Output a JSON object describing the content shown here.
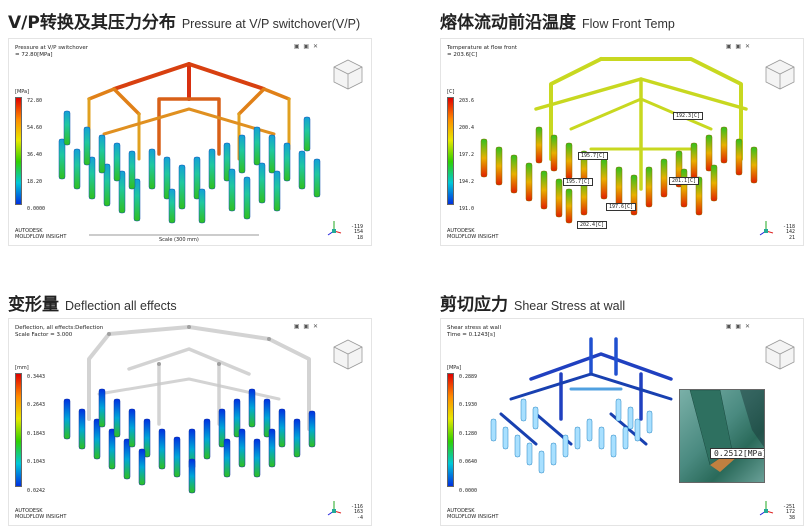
{
  "panels": [
    {
      "title_cn": "V/P转换及其压力分布",
      "title_en": "Pressure at V/P switchover(V/P)",
      "info_line1": "Pressure at V/P switchover",
      "info_line2": "= 72.80[MPa]",
      "window_controls": "▣ ▣ ✕",
      "legend_unit": "[MPa]",
      "legend_ticks": [
        "72.80",
        "54.60",
        "36.40",
        "18.20",
        "0.0000"
      ],
      "brand_line1": "AUTODESK",
      "brand_line2": "MOLDFLOW INSIGHT",
      "scale_label": "Scale (300 mm)",
      "coords": [
        "-119",
        "154",
        "18"
      ]
    },
    {
      "title_cn": "熔体流动前沿温度",
      "title_en": "Flow Front Temp",
      "info_line1": "Temperature at flow front",
      "info_line2": "= 203.6[C]",
      "window_controls": "▣ ▣ ✕",
      "legend_unit": "[C]",
      "legend_ticks": [
        "203.6",
        "200.4",
        "197.2",
        "194.2",
        "191.0"
      ],
      "brand_line1": "AUTODESK",
      "brand_line2": "MOLDFLOW INSIGHT",
      "callouts": [
        "192.3[C]",
        "195.7[C]",
        "195.7[C]",
        "201.1[C]",
        "197.6[C]",
        "202.4[C]"
      ],
      "coords": [
        "-118",
        "142",
        "21"
      ]
    },
    {
      "title_cn": "变形量",
      "title_en": "Deflection all effects",
      "info_line1": "Deflection, all effects:Deflection",
      "info_line2": "Scale Factor = 3.000",
      "window_controls": "▣ ▣ ✕",
      "legend_unit": "[mm]",
      "legend_ticks": [
        "0.3443",
        "0.2643",
        "0.1843",
        "0.1043",
        "0.0242"
      ],
      "brand_line1": "AUTODESK",
      "brand_line2": "MOLDFLOW INSIGHT",
      "coords": [
        "-116",
        "163",
        "-4"
      ]
    },
    {
      "title_cn": "剪切应力",
      "title_en": "Shear Stress at wall",
      "info_line1": "Shear stress at wall",
      "info_line2": "Time = 0.1243[s]",
      "window_controls": "▣ ▣ ✕",
      "legend_unit": "[MPa]",
      "legend_ticks": [
        "0.2889",
        "0.1930",
        "0.1280",
        "0.0640",
        "0.0000"
      ],
      "brand_line1": "AUTODESK",
      "brand_line2": "MOLDFLOW INSIGHT",
      "inset_callout": "0.2512[MPa]",
      "coords": [
        "-251",
        "172",
        "38"
      ]
    }
  ]
}
